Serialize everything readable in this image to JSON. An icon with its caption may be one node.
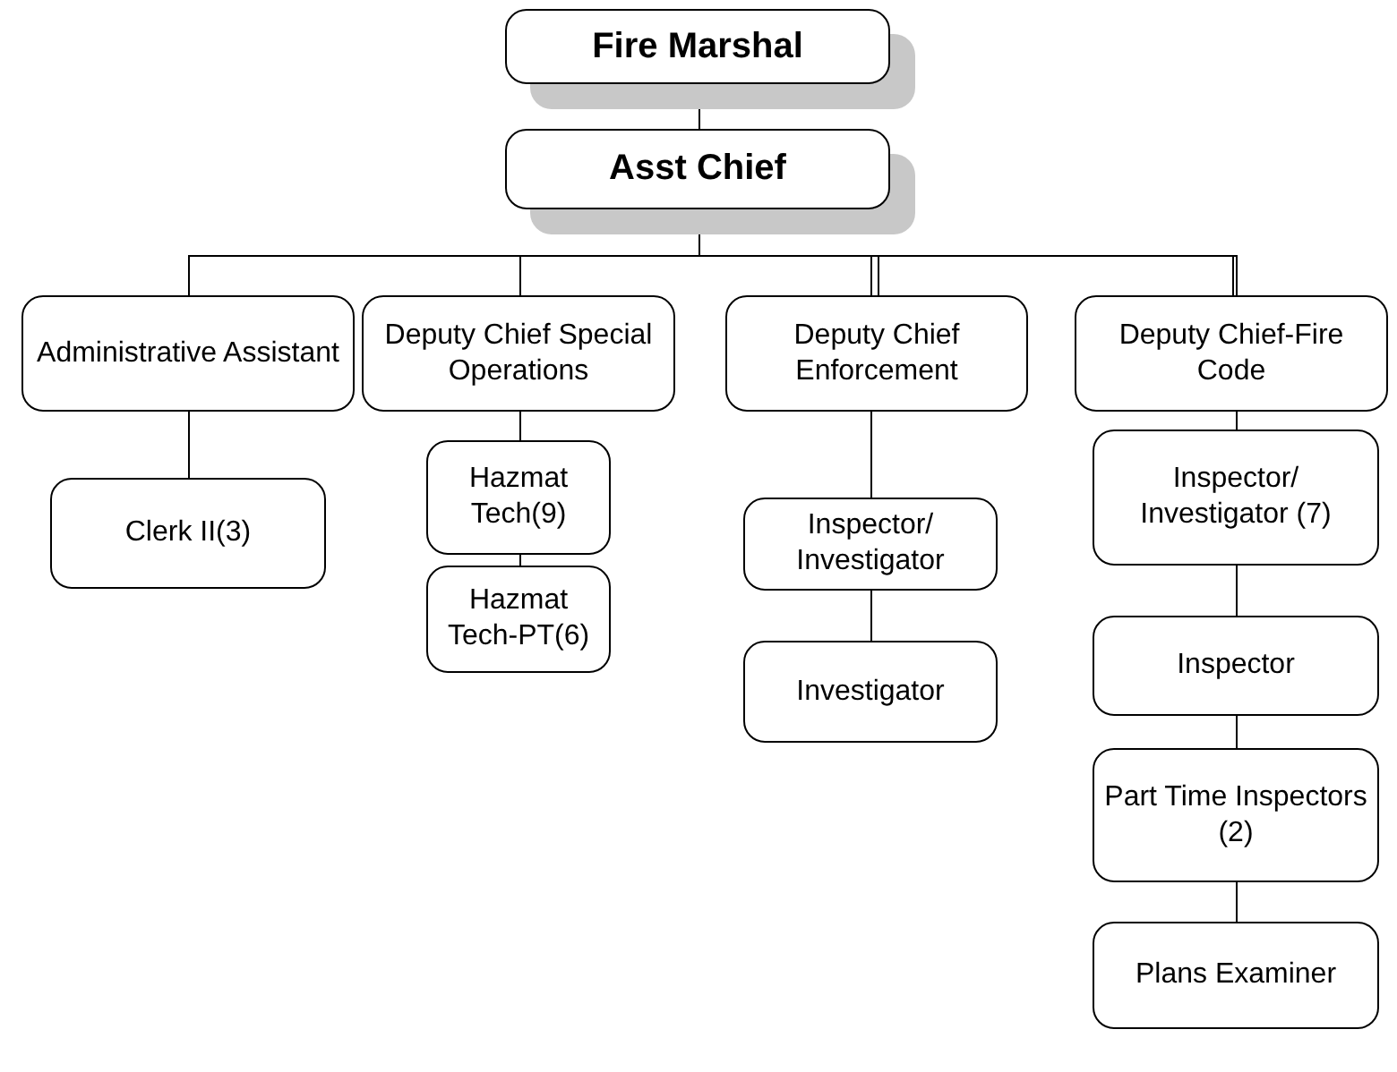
{
  "diagram": {
    "nodes": [
      {
        "text": [
          "Fire Marshal"
        ]
      },
      {
        "text": [
          "Asst Chief"
        ]
      },
      {
        "text": [
          "Administrative Assistant"
        ]
      },
      {
        "text": [
          "Clerk II(3)"
        ]
      },
      {
        "text": [
          "Deputy Chief Special Operations"
        ]
      },
      {
        "text": [
          "Hazmat Tech(9)"
        ]
      },
      {
        "text": [
          "Hazmat Tech-PT(6)"
        ]
      },
      {
        "text": [
          "Deputy Chief Enforcement"
        ]
      },
      {
        "text": [
          "Inspector/ Investigator"
        ]
      },
      {
        "text": [
          "Investigator"
        ]
      },
      {
        "text": [
          "Deputy Chief-Fire Code"
        ]
      },
      {
        "text": [
          "Inspector/ Investigator (7)"
        ]
      },
      {
        "text": [
          "Inspector"
        ]
      },
      {
        "text": [
          "Part Time Inspectors (2)"
        ]
      },
      {
        "text": [
          "Plans Examiner"
        ]
      }
    ],
    "edges": [
      {
        "from": 0,
        "to": 1,
        "arrow": "none"
      },
      {
        "from": 1,
        "to": 2,
        "arrow": "none"
      },
      {
        "from": 1,
        "to": 4,
        "arrow": "none"
      },
      {
        "from": 1,
        "to": 7,
        "arrow": "none"
      },
      {
        "from": 1,
        "to": 10,
        "arrow": "none"
      },
      {
        "from": 2,
        "to": 3,
        "arrow": "none"
      },
      {
        "from": 4,
        "to": 5,
        "arrow": "none"
      },
      {
        "from": 5,
        "to": 6,
        "arrow": "none"
      },
      {
        "from": 7,
        "to": 8,
        "arrow": "none"
      },
      {
        "from": 8,
        "to": 9,
        "arrow": "none"
      },
      {
        "from": 10,
        "to": 11,
        "arrow": "none"
      },
      {
        "from": 11,
        "to": 12,
        "arrow": "none"
      },
      {
        "from": 12,
        "to": 13,
        "arrow": "none"
      },
      {
        "from": 13,
        "to": 14,
        "arrow": "none"
      }
    ]
  }
}
